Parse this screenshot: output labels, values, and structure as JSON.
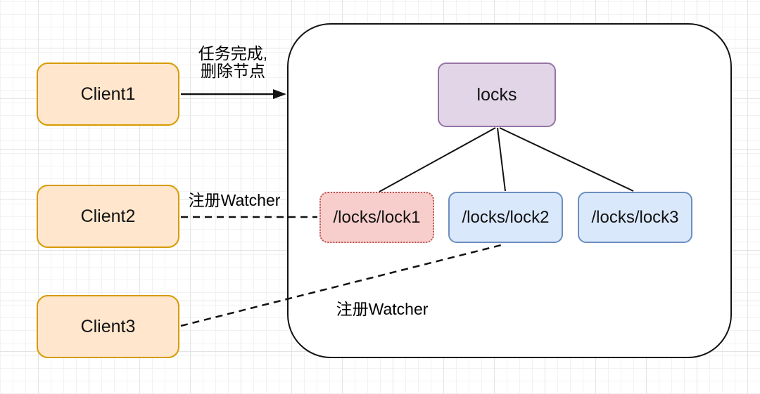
{
  "clients": [
    {
      "label": "Client1"
    },
    {
      "label": "Client2"
    },
    {
      "label": "Client3"
    }
  ],
  "tree": {
    "root": {
      "label": "locks"
    },
    "children": [
      {
        "label": "/locks/lock1",
        "variant": "red-dotted"
      },
      {
        "label": "/locks/lock2",
        "variant": "blue"
      },
      {
        "label": "/locks/lock3",
        "variant": "blue"
      }
    ]
  },
  "edges": [
    {
      "from": "Client1",
      "to": "locks container",
      "style": "solid-arrow",
      "label_line1": "任务完成,",
      "label_line2": "删除节点"
    },
    {
      "from": "Client2",
      "to": "/locks/lock1",
      "style": "dashed",
      "label": "注册Watcher"
    },
    {
      "from": "Client3",
      "to": "/locks/lock2",
      "style": "dashed",
      "label": "注册Watcher"
    }
  ],
  "colors": {
    "client_fill": "#ffe6cc",
    "client_border": "#d79b00",
    "root_fill": "#e1d5e7",
    "root_border": "#9673a6",
    "lock1_fill": "#f8cecc",
    "lock1_border": "#b85450",
    "lock_fill": "#dae8fc",
    "lock_border": "#6c8ebf",
    "connector": "#121212",
    "canvas_bg": "#ffffff"
  }
}
